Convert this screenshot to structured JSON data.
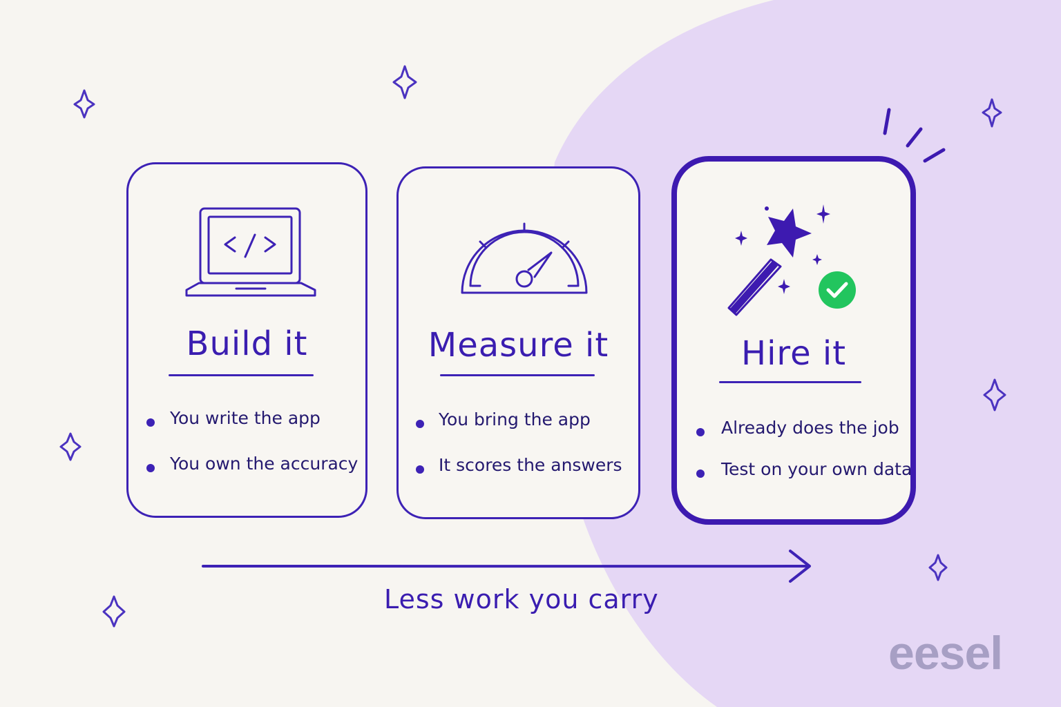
{
  "cards": [
    {
      "id": "build",
      "title": "Build it",
      "icon": "laptop-code-icon",
      "bullets": [
        "You write the app",
        "You own the accuracy"
      ]
    },
    {
      "id": "measure",
      "title": "Measure it",
      "icon": "speedometer-icon",
      "bullets": [
        "You bring the app",
        "It scores the answers"
      ]
    },
    {
      "id": "hire",
      "title": "Hire it",
      "icon": "magic-wand-icon",
      "badge_icon": "checkmark-badge-icon",
      "bullets": [
        "Already does the job",
        "Test on your own data"
      ]
    }
  ],
  "flow": {
    "label": "Less work you carry",
    "arrow_icon": "arrow-right-icon"
  },
  "brand": {
    "name": "eesel"
  },
  "decorations": {
    "icon": "sparkle-icon"
  },
  "colors": {
    "background": "#f7f5f1",
    "lavender": "#e5d7f5",
    "ink": "#3d22b5",
    "text": "#24196f",
    "success": "#22c55e",
    "brand_gray": "#a79fc4"
  }
}
